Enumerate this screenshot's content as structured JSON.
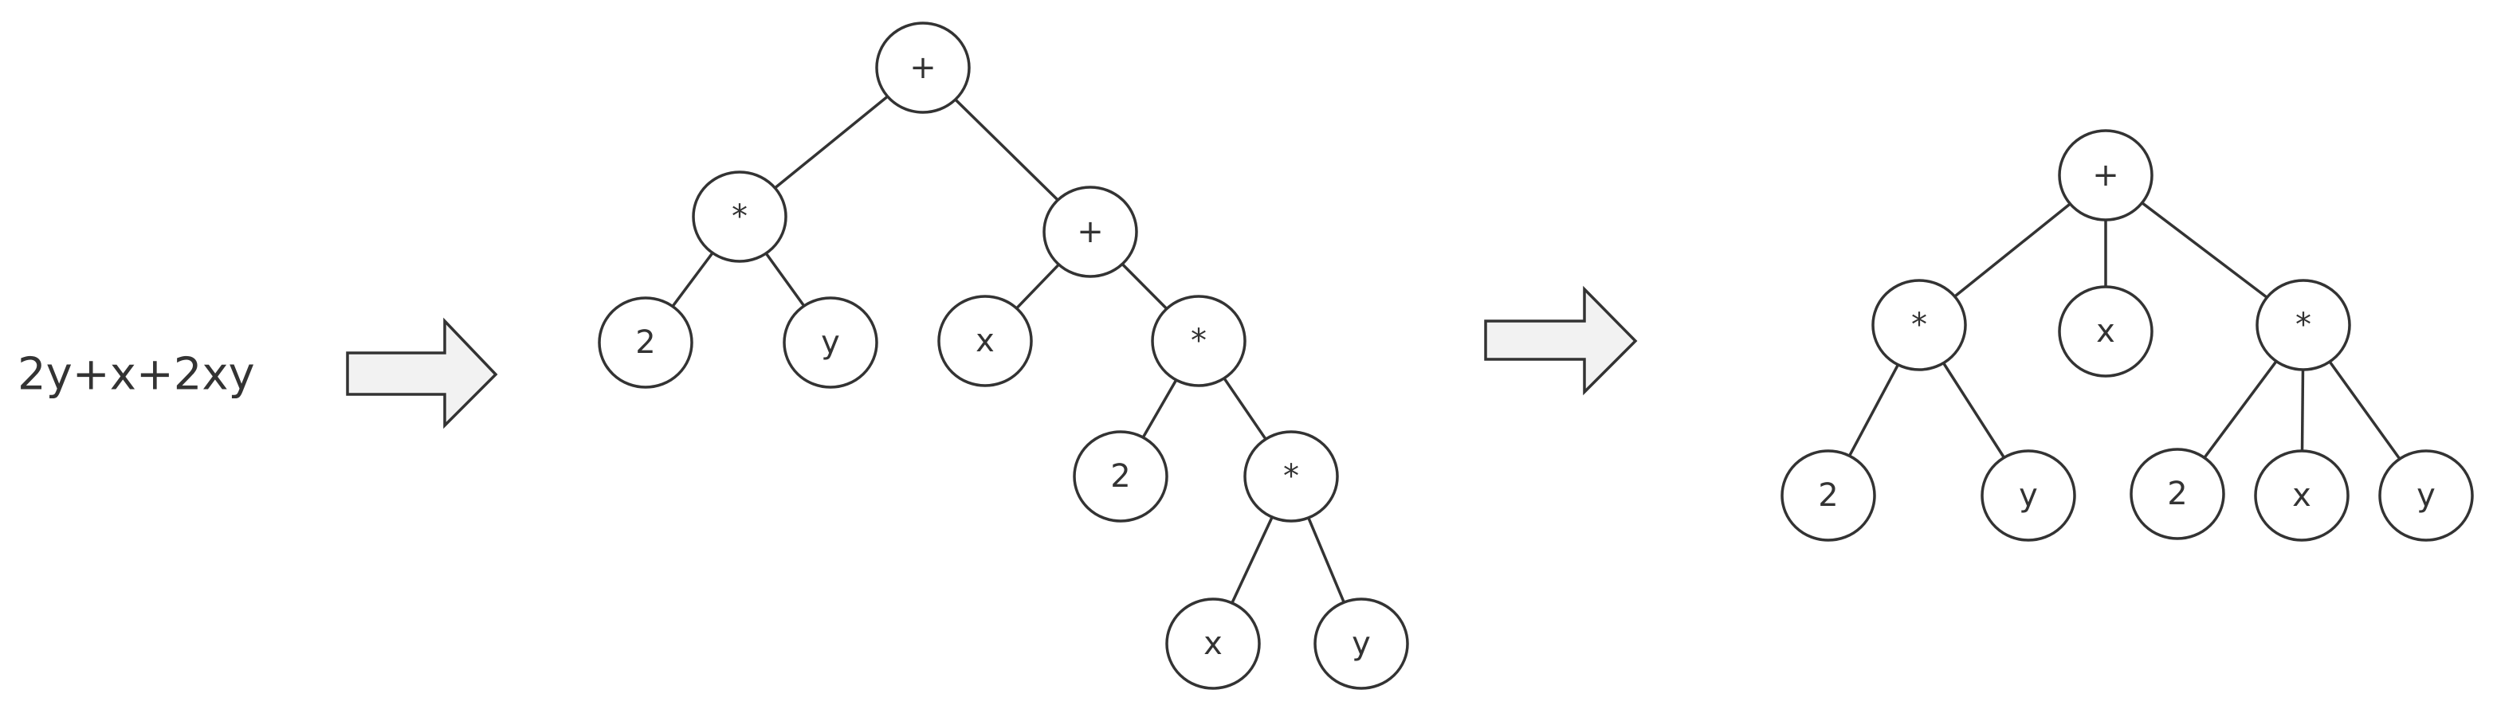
{
  "expression": "2y+x+2xy",
  "trees": [
    {
      "name": "binary-tree",
      "nodes": [
        {
          "id": "n1",
          "label": "+"
        },
        {
          "id": "n2",
          "label": "*"
        },
        {
          "id": "n3",
          "label": "+"
        },
        {
          "id": "n4",
          "label": "2"
        },
        {
          "id": "n5",
          "label": "y"
        },
        {
          "id": "n6",
          "label": "x"
        },
        {
          "id": "n7",
          "label": "*"
        },
        {
          "id": "n8",
          "label": "2"
        },
        {
          "id": "n9",
          "label": "*"
        },
        {
          "id": "n10",
          "label": "x"
        },
        {
          "id": "n11",
          "label": "y"
        }
      ],
      "edges": [
        [
          "n1",
          "n2"
        ],
        [
          "n1",
          "n3"
        ],
        [
          "n2",
          "n4"
        ],
        [
          "n2",
          "n5"
        ],
        [
          "n3",
          "n6"
        ],
        [
          "n3",
          "n7"
        ],
        [
          "n7",
          "n8"
        ],
        [
          "n7",
          "n9"
        ],
        [
          "n9",
          "n10"
        ],
        [
          "n9",
          "n11"
        ]
      ]
    },
    {
      "name": "flattened-tree",
      "nodes": [
        {
          "id": "m1",
          "label": "+"
        },
        {
          "id": "m2",
          "label": "*"
        },
        {
          "id": "m3",
          "label": "x"
        },
        {
          "id": "m4",
          "label": "*"
        },
        {
          "id": "m5",
          "label": "2"
        },
        {
          "id": "m6",
          "label": "y"
        },
        {
          "id": "m7",
          "label": "2"
        },
        {
          "id": "m8",
          "label": "x"
        },
        {
          "id": "m9",
          "label": "y"
        }
      ],
      "edges": [
        [
          "m1",
          "m2"
        ],
        [
          "m1",
          "m3"
        ],
        [
          "m1",
          "m4"
        ],
        [
          "m2",
          "m5"
        ],
        [
          "m2",
          "m6"
        ],
        [
          "m4",
          "m7"
        ],
        [
          "m4",
          "m8"
        ],
        [
          "m4",
          "m9"
        ]
      ]
    }
  ]
}
